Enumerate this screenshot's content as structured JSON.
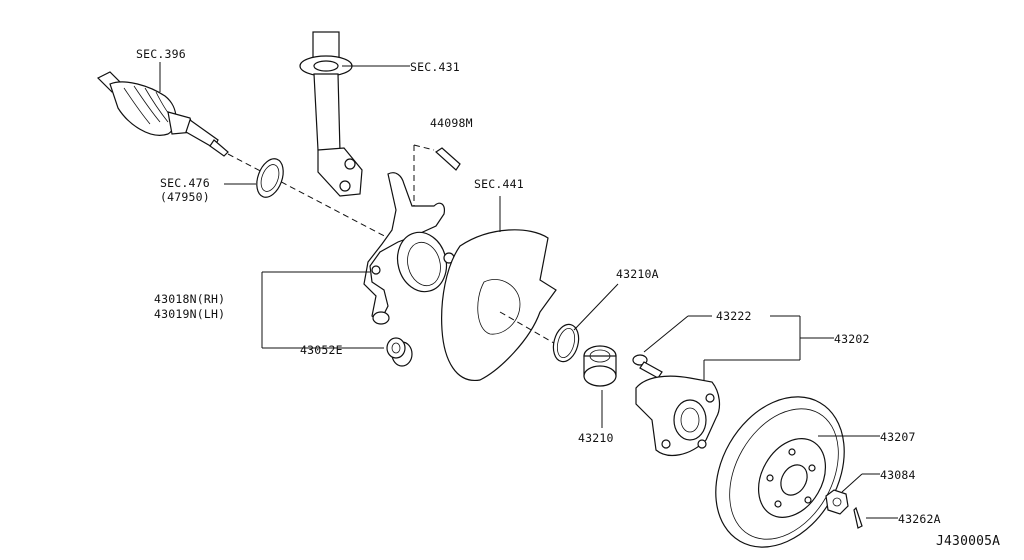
{
  "diagram": {
    "drawing_id": "J430005A",
    "labels": {
      "sec396": "SEC.396",
      "sec431": "SEC.431",
      "p44098m": "44098M",
      "sec476": "SEC.476",
      "p47950": "(47950)",
      "sec441": "SEC.441",
      "p43018n": "43018N(RH)",
      "p43019n": "43019N(LH)",
      "p43052e": "43052E",
      "p43210a": "43210A",
      "p43210": "43210",
      "p43222": "43222",
      "p43202": "43202",
      "p43207": "43207",
      "p43084": "43084",
      "p43262a": "43262A"
    }
  }
}
